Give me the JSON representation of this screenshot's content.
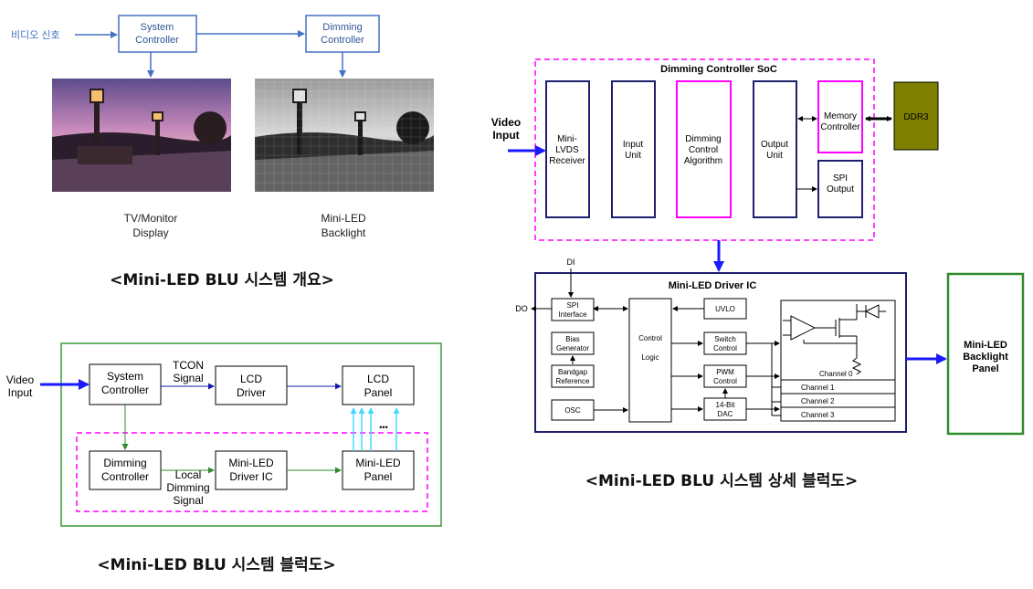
{
  "overview": {
    "video_signal": "비디오 신호",
    "system_controller": [
      "System",
      "Controller"
    ],
    "dimming_controller": [
      "Dimming",
      "Controller"
    ],
    "display_label": [
      "TV/Monitor",
      "Display"
    ],
    "backlight_label": [
      "Mini-LED",
      "Backlight"
    ],
    "caption": "<Mini-LED BLU 시스템 개요>"
  },
  "block": {
    "video_input": [
      "Video",
      "Input"
    ],
    "system_controller": [
      "System",
      "Controller"
    ],
    "tcon": [
      "TCON",
      "Signal"
    ],
    "lcd_driver": [
      "LCD",
      "Driver"
    ],
    "lcd_panel": [
      "LCD",
      "Panel"
    ],
    "dots": "•••",
    "dimming_controller": [
      "Dimming",
      "Controller"
    ],
    "local_dimming": [
      "Local",
      "Dimming",
      "Signal"
    ],
    "mini_led_driver": [
      "Mini-LED",
      "Driver IC"
    ],
    "mini_led_panel": [
      "Mini-LED",
      "Panel"
    ],
    "caption": "<Mini-LED BLU 시스템 블럭도>"
  },
  "soc": {
    "title": "Dimming Controller SoC",
    "video_input": [
      "Video",
      "Input"
    ],
    "receiver": [
      "Mini-",
      "LVDS",
      "Receiver"
    ],
    "input_unit": [
      "Input",
      "Unit"
    ],
    "algorithm": [
      "Dimming",
      "Control",
      "Algorithm"
    ],
    "output_unit": [
      "Output",
      "Unit"
    ],
    "memory": [
      "Memory",
      "Controller"
    ],
    "spi_output": [
      "SPI",
      "Output"
    ],
    "ddr": "DDR3"
  },
  "driver": {
    "title": "Mini-LED Driver IC",
    "di": "DI",
    "do": "DO",
    "spi": [
      "SPI",
      "Interface"
    ],
    "bias": [
      "Bias",
      "Generator"
    ],
    "bandgap": [
      "Bandgap",
      "Reference"
    ],
    "osc": "OSC",
    "logic": [
      "Control",
      "Logic"
    ],
    "uvlo": "UVLO",
    "switch": [
      "Switch",
      "Control"
    ],
    "pwm": [
      "PWM",
      "Control"
    ],
    "dac": [
      "14-Bit",
      "DAC"
    ],
    "channels": [
      "Channel 0",
      "Channel 1",
      "Channel 2",
      "Channel 3"
    ],
    "panel": [
      "Mini-LED",
      "Backlight",
      "Panel"
    ],
    "caption": "<Mini-LED BLU 시스템 상세 블럭도>"
  },
  "colors": {
    "overview_blue": "#4472c4",
    "navy": "#1f1f6e",
    "magenta": "#ff00ff",
    "green": "#3a9a3a",
    "ddr_fill": "#7f7f00",
    "arrow_blue": "#1a1aff",
    "cyan": "#44d9ff"
  }
}
